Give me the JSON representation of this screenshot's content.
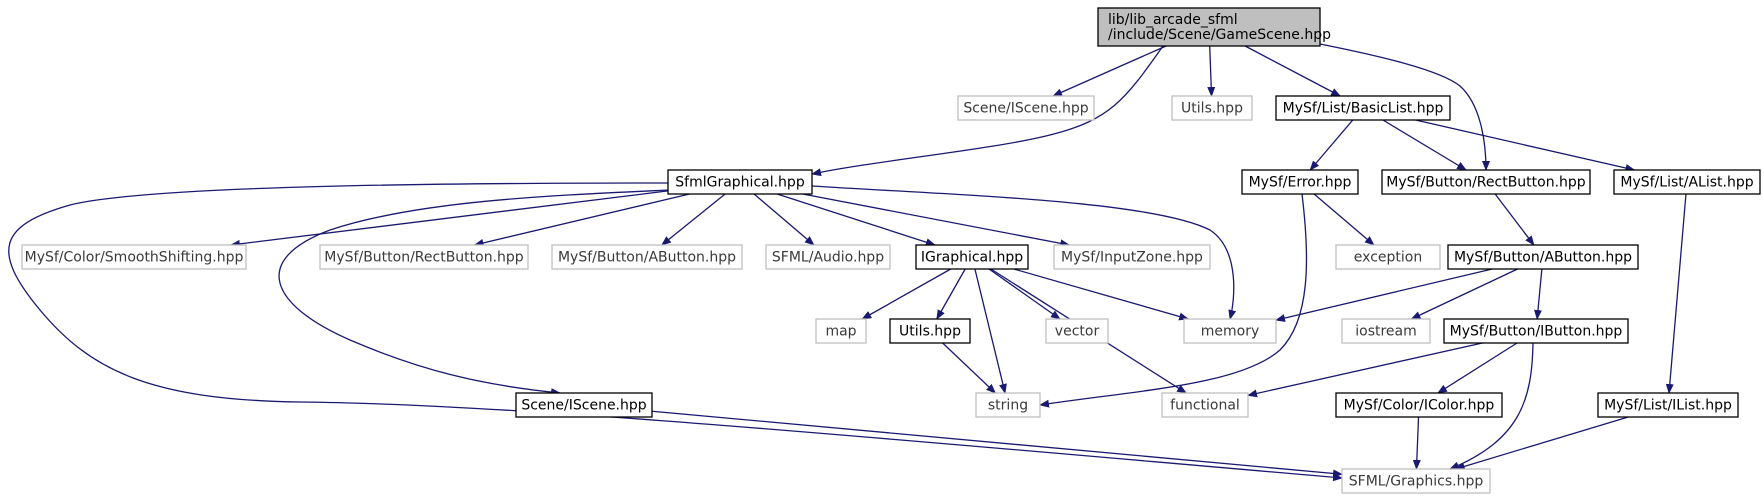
{
  "colors": {
    "edge": "#191970",
    "root_fill": "#bfbfbf",
    "internal_border": "#000000",
    "external_border": "#bfbfbf",
    "background": "#ffffff"
  },
  "nodes": [
    {
      "id": "root",
      "kind": "root",
      "lines": [
        "lib/lib_arcade_sfml",
        "/include/Scene/GameScene.hpp"
      ]
    },
    {
      "id": "scene_iscene_ext",
      "kind": "external",
      "lines": [
        "Scene/IScene.hpp"
      ]
    },
    {
      "id": "utils_ext",
      "kind": "external",
      "lines": [
        "Utils.hpp"
      ]
    },
    {
      "id": "basiclist",
      "kind": "internal",
      "lines": [
        "MySf/List/BasicList.hpp"
      ]
    },
    {
      "id": "sfmlgraphical",
      "kind": "internal",
      "lines": [
        "SfmlGraphical.hpp"
      ]
    },
    {
      "id": "error",
      "kind": "internal",
      "lines": [
        "MySf/Error.hpp"
      ]
    },
    {
      "id": "rectbutton",
      "kind": "internal",
      "lines": [
        "MySf/Button/RectButton.hpp"
      ]
    },
    {
      "id": "alist",
      "kind": "internal",
      "lines": [
        "MySf/List/AList.hpp"
      ]
    },
    {
      "id": "smoothshifting",
      "kind": "external",
      "lines": [
        "MySf/Color/SmoothShifting.hpp"
      ]
    },
    {
      "id": "rectbutton_ext",
      "kind": "external",
      "lines": [
        "MySf/Button/RectButton.hpp"
      ]
    },
    {
      "id": "abutton_ext",
      "kind": "external",
      "lines": [
        "MySf/Button/AButton.hpp"
      ]
    },
    {
      "id": "sfml_audio",
      "kind": "external",
      "lines": [
        "SFML/Audio.hpp"
      ]
    },
    {
      "id": "igraphical",
      "kind": "internal",
      "lines": [
        "IGraphical.hpp"
      ]
    },
    {
      "id": "inputzone",
      "kind": "external",
      "lines": [
        "MySf/InputZone.hpp"
      ]
    },
    {
      "id": "exception",
      "kind": "external",
      "lines": [
        "exception"
      ]
    },
    {
      "id": "abutton",
      "kind": "internal",
      "lines": [
        "MySf/Button/AButton.hpp"
      ]
    },
    {
      "id": "map",
      "kind": "external",
      "lines": [
        "map"
      ]
    },
    {
      "id": "utils",
      "kind": "internal",
      "lines": [
        "Utils.hpp"
      ]
    },
    {
      "id": "vector",
      "kind": "external",
      "lines": [
        "vector"
      ]
    },
    {
      "id": "memory",
      "kind": "external",
      "lines": [
        "memory"
      ]
    },
    {
      "id": "iostream",
      "kind": "external",
      "lines": [
        "iostream"
      ]
    },
    {
      "id": "ibutton",
      "kind": "internal",
      "lines": [
        "MySf/Button/IButton.hpp"
      ]
    },
    {
      "id": "string",
      "kind": "external",
      "lines": [
        "string"
      ]
    },
    {
      "id": "functional",
      "kind": "external",
      "lines": [
        "functional"
      ]
    },
    {
      "id": "scene_iscene",
      "kind": "internal",
      "lines": [
        "Scene/IScene.hpp"
      ]
    },
    {
      "id": "icolor",
      "kind": "internal",
      "lines": [
        "MySf/Color/IColor.hpp"
      ]
    },
    {
      "id": "ilist",
      "kind": "internal",
      "lines": [
        "MySf/List/IList.hpp"
      ]
    },
    {
      "id": "sfml_graphics",
      "kind": "external",
      "lines": [
        "SFML/Graphics.hpp"
      ]
    }
  ],
  "edges": [
    [
      "root",
      "scene_iscene_ext"
    ],
    [
      "root",
      "utils_ext"
    ],
    [
      "root",
      "basiclist"
    ],
    [
      "root",
      "sfmlgraphical"
    ],
    [
      "root",
      "rectbutton"
    ],
    [
      "basiclist",
      "error"
    ],
    [
      "basiclist",
      "rectbutton"
    ],
    [
      "basiclist",
      "alist"
    ],
    [
      "sfmlgraphical",
      "smoothshifting"
    ],
    [
      "sfmlgraphical",
      "rectbutton_ext"
    ],
    [
      "sfmlgraphical",
      "abutton_ext"
    ],
    [
      "sfmlgraphical",
      "sfml_audio"
    ],
    [
      "sfmlgraphical",
      "igraphical"
    ],
    [
      "sfmlgraphical",
      "inputzone"
    ],
    [
      "sfmlgraphical",
      "memory"
    ],
    [
      "sfmlgraphical",
      "scene_iscene"
    ],
    [
      "sfmlgraphical",
      "sfml_graphics"
    ],
    [
      "error",
      "exception"
    ],
    [
      "error",
      "string"
    ],
    [
      "rectbutton",
      "abutton"
    ],
    [
      "alist",
      "ilist"
    ],
    [
      "igraphical",
      "map"
    ],
    [
      "igraphical",
      "utils"
    ],
    [
      "igraphical",
      "vector"
    ],
    [
      "igraphical",
      "memory"
    ],
    [
      "igraphical",
      "string"
    ],
    [
      "igraphical",
      "functional"
    ],
    [
      "utils",
      "string"
    ],
    [
      "abutton",
      "memory"
    ],
    [
      "abutton",
      "iostream"
    ],
    [
      "abutton",
      "ibutton"
    ],
    [
      "ibutton",
      "functional"
    ],
    [
      "ibutton",
      "icolor"
    ],
    [
      "ibutton",
      "sfml_graphics"
    ],
    [
      "scene_iscene",
      "sfml_graphics"
    ],
    [
      "icolor",
      "sfml_graphics"
    ],
    [
      "ilist",
      "sfml_graphics"
    ]
  ]
}
